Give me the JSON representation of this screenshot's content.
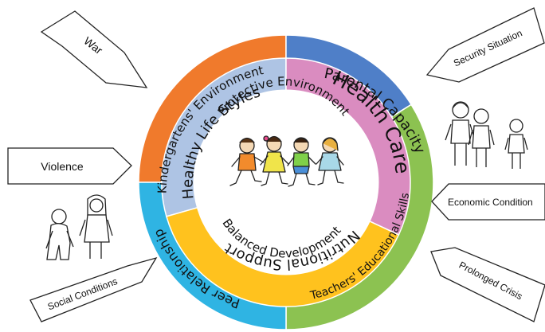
{
  "outer_ring": [
    {
      "label": "Kindergartens' Environment",
      "color": "#f07a2c"
    },
    {
      "label": "Parental Capacity",
      "color": "#4f7fc8"
    },
    {
      "label": "Teachers' Educational Skills",
      "color": "#8cc251"
    },
    {
      "label": "Peer Relationship",
      "color": "#2fb4e3"
    }
  ],
  "middle_ring": [
    {
      "label": "Healthy Life Styles",
      "color": "#aec4e4"
    },
    {
      "label": "Health Care",
      "color": "#da8cc0"
    },
    {
      "label": "Nutritional Support",
      "color": "#ffc21e"
    }
  ],
  "center": {
    "top_label": "Protective Environment",
    "bottom_label": "Balanced Development"
  },
  "arrows": [
    {
      "label": "War"
    },
    {
      "label": "Violence"
    },
    {
      "label": "Social Conditions"
    },
    {
      "label": "Security Situation"
    },
    {
      "label": "Economic Condition"
    },
    {
      "label": "Prolonged Crisis"
    }
  ]
}
